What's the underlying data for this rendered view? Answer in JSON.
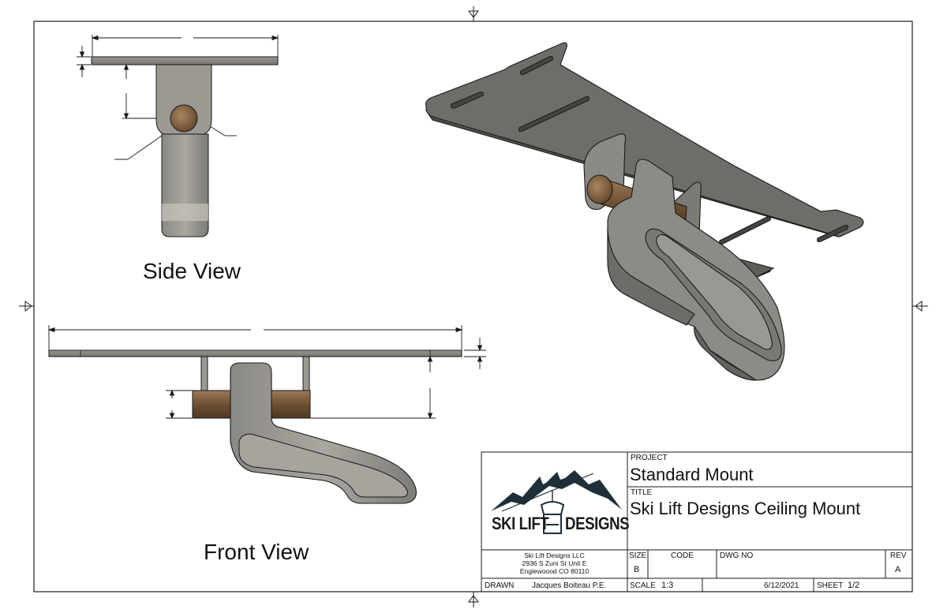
{
  "views": {
    "side_label": "Side View",
    "front_label": "Front View"
  },
  "title_block": {
    "project_heading": "PROJECT",
    "project_value": "Standard Mount",
    "title_heading": "TITLE",
    "title_value": "Ski Lift Designs Ceiling Mount",
    "company_name": "Ski Lift Designs LLC",
    "company_address1": "2936 S Zuni St Unit E",
    "company_address2": "Englewoood CO 80110",
    "size_heading": "SIZE",
    "size_value": "B",
    "code_heading": "CODE",
    "dwg_heading": "DWG NO",
    "rev_heading": "REV",
    "rev_value": "A",
    "drawn_heading": "DRAWN",
    "drawn_value": "Jacques Boiteau P.E.",
    "scale_heading": "SCALE",
    "scale_value": "1:3",
    "date_value": "6/12/2021",
    "sheet_heading": "SHEET",
    "sheet_value": "1/2"
  },
  "logo": {
    "text_left": "SKI LIFT",
    "text_right": "DESIGNS"
  },
  "colors": {
    "steel": "#8d8b84",
    "steel_dark": "#5f5d58",
    "steel_light": "#b9b7b0",
    "pin": "#7a5a3e",
    "line": "#1a1a1a"
  }
}
